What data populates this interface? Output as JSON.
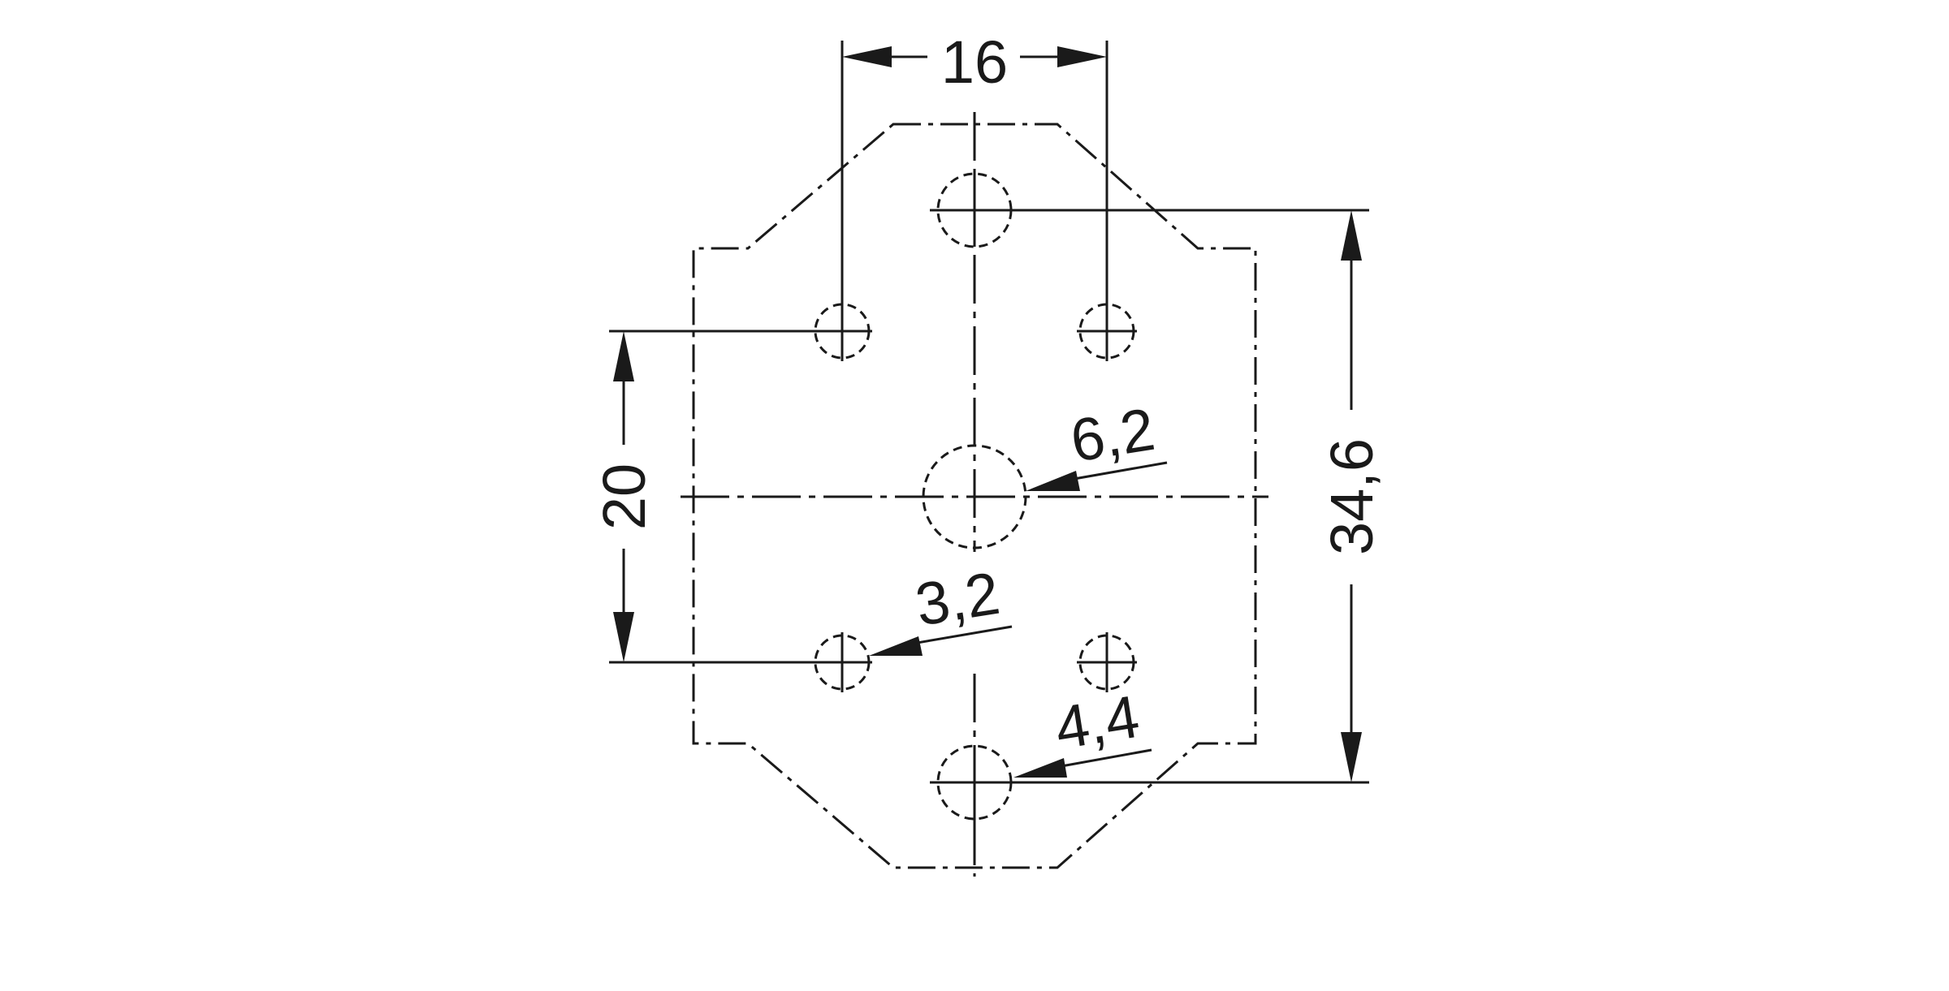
{
  "dimensions": {
    "hole_spacing_horizontal": "16",
    "hole_spacing_vertical": "20",
    "overall_height": "34,6",
    "center_hole_diameter": "6,2",
    "small_hole_diameter": "3,2",
    "outer_hole_diameter": "4,4"
  },
  "colors": {
    "line": "#1a1a1a",
    "background": "#ffffff"
  }
}
